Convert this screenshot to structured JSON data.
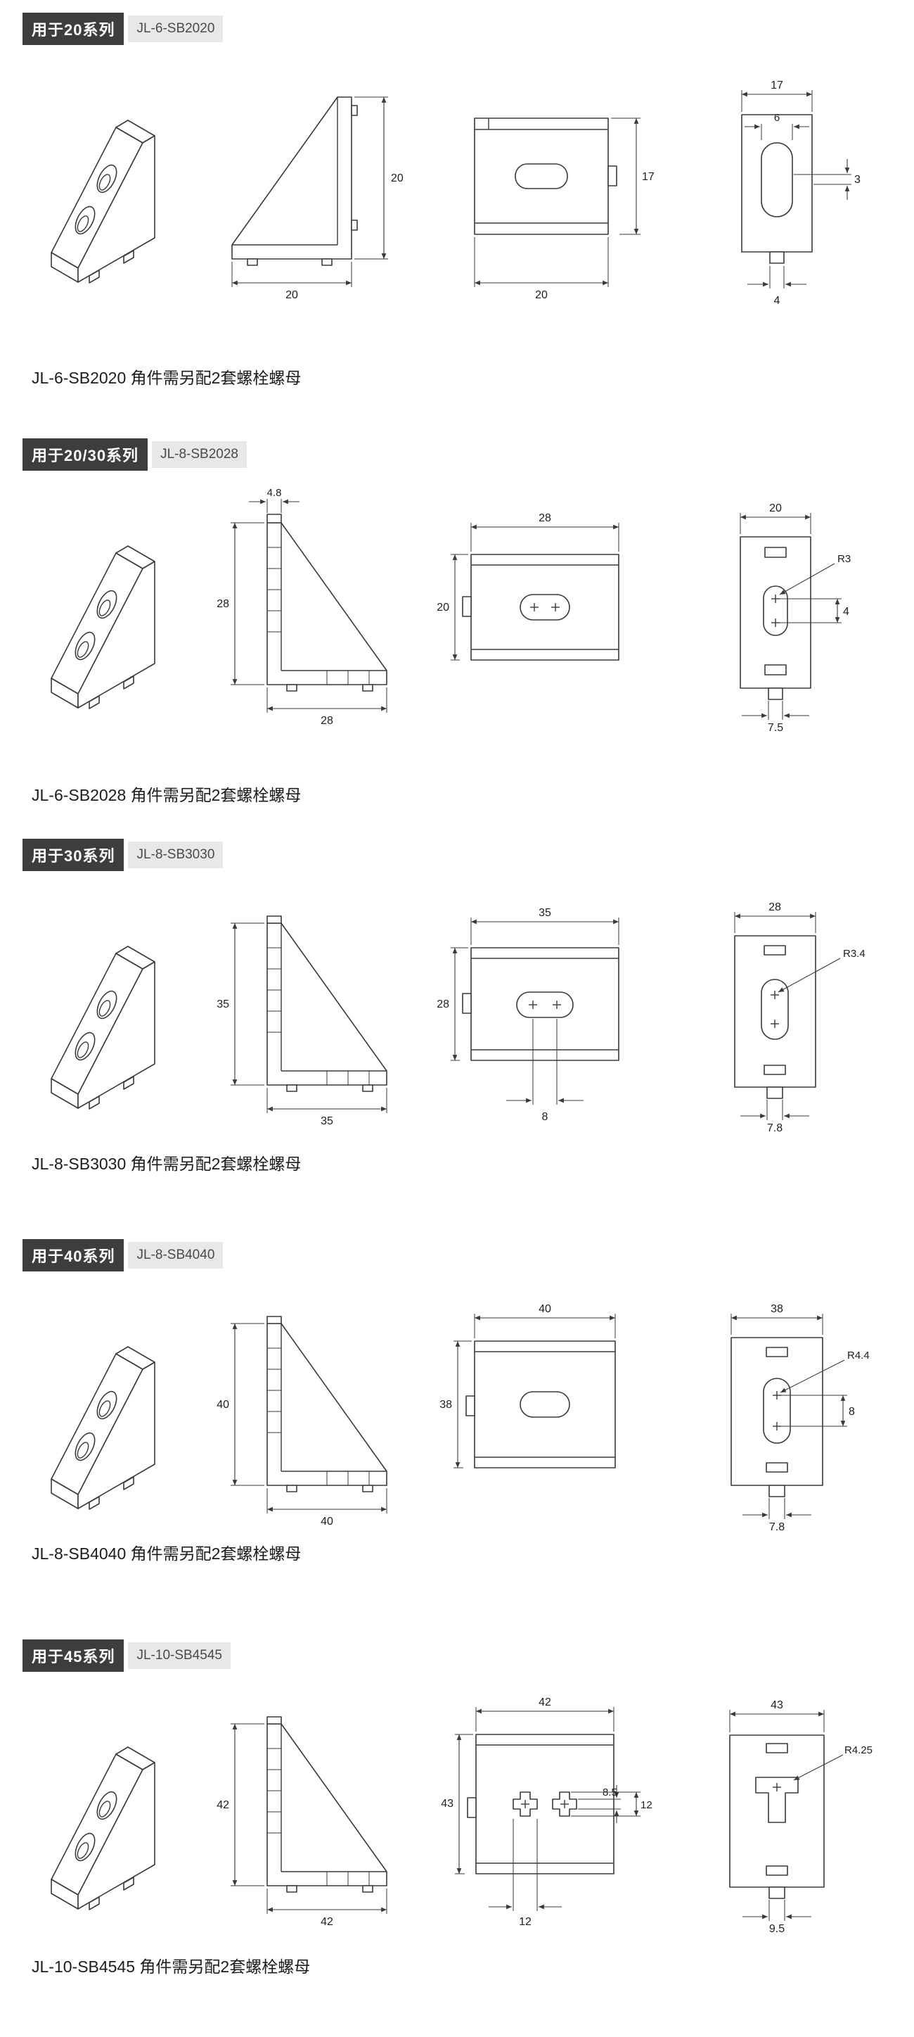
{
  "page": {
    "bg": "#ffffff"
  },
  "colors": {
    "series_badge_bg": "#3d3d3d",
    "series_badge_text": "#ffffff",
    "model_badge_bg": "#e8e8e8",
    "model_badge_text": "#4a4a4a",
    "drawing_line": "#3a3a3a"
  },
  "sections": [
    {
      "series_label": "用于20系列",
      "model_label": "JL-6-SB2020",
      "caption": "JL-6-SB2020 角件需另配2套螺栓螺母",
      "dims": {
        "side_vertical": "20",
        "side_bottom": "20",
        "front_right": "17",
        "front_bottom": "20",
        "end_top": "17",
        "end_slot_width": "6",
        "end_slot_offset": "3",
        "end_tab": "4"
      }
    },
    {
      "series_label": "用于20/30系列",
      "model_label": "JL-8-SB2028",
      "caption": "JL-6-SB2028 角件需另配2套螺栓螺母",
      "dims": {
        "side_top": "4.8",
        "side_vertical": "28",
        "side_bottom": "28",
        "front_top": "28",
        "front_left": "20",
        "end_top": "20",
        "end_radius": "R3",
        "end_right": "4",
        "end_tab": "7.5"
      }
    },
    {
      "series_label": "用于30系列",
      "model_label": "JL-8-SB3030",
      "caption": "JL-8-SB3030 角件需另配2套螺栓螺母",
      "dims": {
        "side_vertical": "35",
        "side_bottom": "35",
        "front_top": "35",
        "front_left": "28",
        "front_slot": "8",
        "end_top": "28",
        "end_radius": "R3.4",
        "end_tab": "7.8"
      }
    },
    {
      "series_label": "用于40系列",
      "model_label": "JL-8-SB4040",
      "caption": "JL-8-SB4040 角件需另配2套螺栓螺母",
      "dims": {
        "side_vertical": "40",
        "side_bottom": "40",
        "front_top": "40",
        "front_left": "38",
        "end_top": "38",
        "end_radius": "R4.4",
        "end_right": "8",
        "end_tab": "7.8"
      }
    },
    {
      "series_label": "用于45系列",
      "model_label": "JL-10-SB4545",
      "caption": "JL-10-SB4545 角件需另配2套螺栓螺母",
      "dims": {
        "side_vertical": "42",
        "side_bottom": "42",
        "front_top": "42",
        "front_left": "43",
        "front_right_upper": "8.5",
        "front_right_lower": "12",
        "front_bottom": "12",
        "end_top": "43",
        "end_radius": "R4.25",
        "end_tab": "9.5"
      }
    }
  ]
}
